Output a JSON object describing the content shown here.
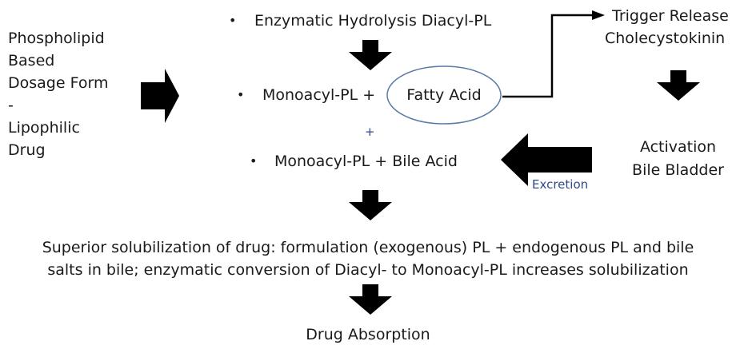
{
  "diagram": {
    "left_label_lines": [
      "Phospholipid",
      "Based",
      "Dosage Form",
      "-",
      "Lipophilic",
      "Drug"
    ],
    "step_hydrolysis": "Enzymatic Hydrolysis Diacyl-PL",
    "step_monoacyl_fatty": "Monoacyl-PL +",
    "fatty_acid": "Fatty Acid",
    "plus_sign": "+",
    "step_monoacyl_bile": "Monoacyl-PL + Bile Acid",
    "trigger_line1": "Trigger Release",
    "trigger_line2": "Cholecystokinin",
    "activation_line1": "Activation",
    "activation_line2": "Bile Bladder",
    "excretion": "Excretion",
    "solubilization_line1": "Superior solubilization of drug: formulation (exogenous) PL + endogenous PL and bile",
    "solubilization_line2": "salts in bile; enzymatic conversion of Diacyl- to Monoacyl-PL increases solubilization",
    "absorption": "Drug Absorption",
    "bullet": "•"
  },
  "colors": {
    "arrow_fill": "#000000",
    "ellipse_stroke": "#5b7aa8",
    "accent_text": "#2f4a8c"
  }
}
